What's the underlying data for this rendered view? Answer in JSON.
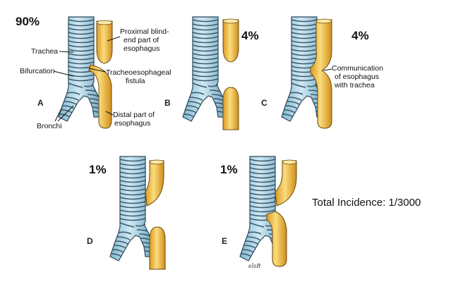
{
  "colors": {
    "trachea_fill": "#a9d3e6",
    "trachea_ring": "#2a4658",
    "esophagus_fill": "#f3c44f",
    "esophagus_stroke": "#6b4a10",
    "text": "#111111"
  },
  "panels": [
    {
      "letter": "A",
      "percent": "90%"
    },
    {
      "letter": "B",
      "percent": "4%"
    },
    {
      "letter": "C",
      "percent": "4%"
    },
    {
      "letter": "D",
      "percent": "1%"
    },
    {
      "letter": "E",
      "percent": "1%"
    }
  ],
  "labels": {
    "trachea": "Trachea",
    "bifurcation": "Bifurcation",
    "bronchi": "Bronchi",
    "proximal_1": "Proximal blind-",
    "proximal_2": "end part of",
    "proximal_3": "esophagus",
    "fistula_1": "Tracheoesophageal",
    "fistula_2": "fistula",
    "distal_1": "Distal part of",
    "distal_2": "esophagus",
    "communication_1": "Communication",
    "communication_2": "of esophagus",
    "communication_3": "with trachea"
  },
  "total_incidence": "Total Incidence: 1/3000",
  "signature": "elsR"
}
